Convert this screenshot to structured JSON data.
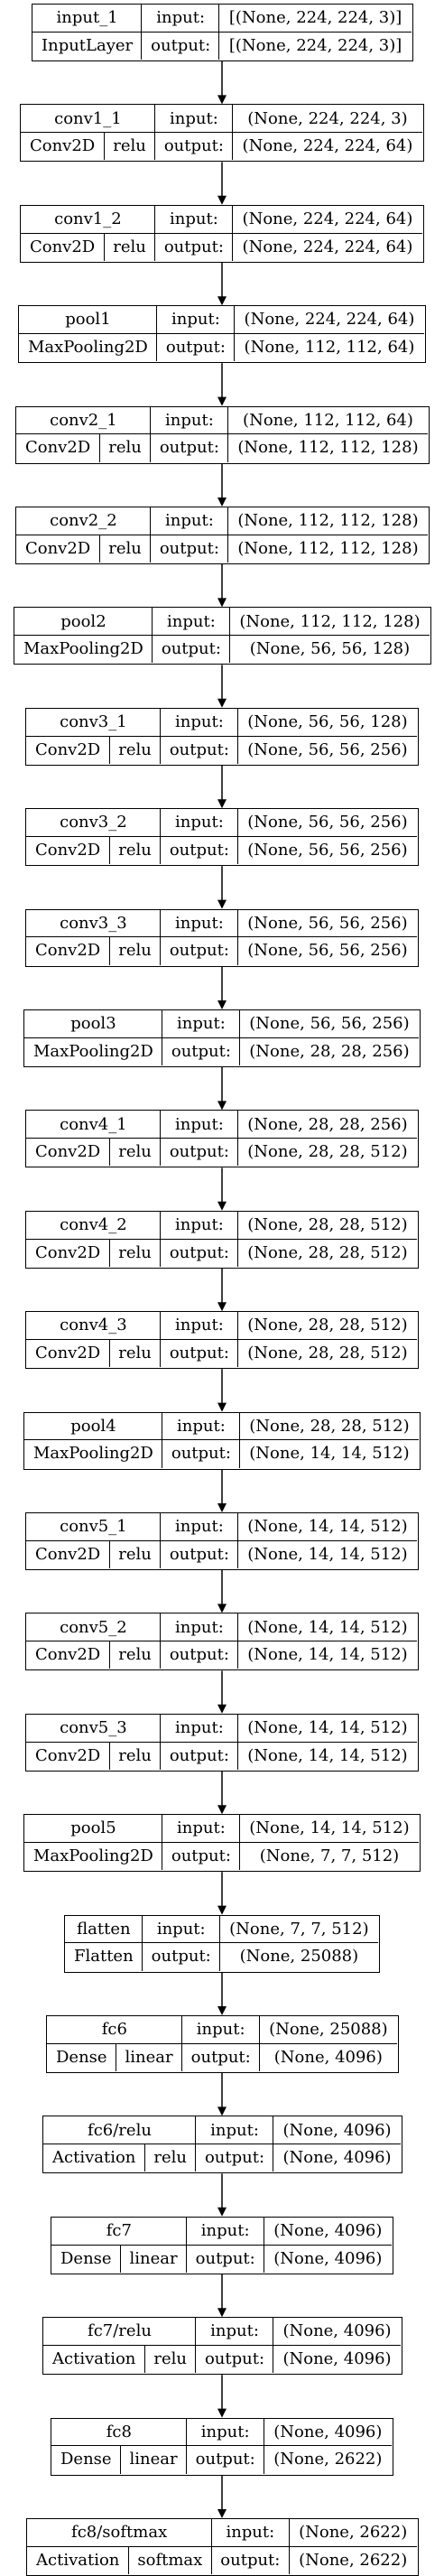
{
  "layers": [
    {
      "name": "input_1",
      "type": "InputLayer",
      "activation": "",
      "input": "[(None, 224, 224, 3)]",
      "output": "[(None, 224, 224, 3)]"
    },
    {
      "name": "conv1_1",
      "type": "Conv2D",
      "activation": "relu",
      "input": "(None, 224, 224, 3)",
      "output": "(None, 224, 224, 64)"
    },
    {
      "name": "conv1_2",
      "type": "Conv2D",
      "activation": "relu",
      "input": "(None, 224, 224, 64)",
      "output": "(None, 224, 224, 64)"
    },
    {
      "name": "pool1",
      "type": "MaxPooling2D",
      "activation": "",
      "input": "(None, 224, 224, 64)",
      "output": "(None, 112, 112, 64)"
    },
    {
      "name": "conv2_1",
      "type": "Conv2D",
      "activation": "relu",
      "input": "(None, 112, 112, 64)",
      "output": "(None, 112, 112, 128)"
    },
    {
      "name": "conv2_2",
      "type": "Conv2D",
      "activation": "relu",
      "input": "(None, 112, 112, 128)",
      "output": "(None, 112, 112, 128)"
    },
    {
      "name": "pool2",
      "type": "MaxPooling2D",
      "activation": "",
      "input": "(None, 112, 112, 128)",
      "output": "(None, 56, 56, 128)"
    },
    {
      "name": "conv3_1",
      "type": "Conv2D",
      "activation": "relu",
      "input": "(None, 56, 56, 128)",
      "output": "(None, 56, 56, 256)"
    },
    {
      "name": "conv3_2",
      "type": "Conv2D",
      "activation": "relu",
      "input": "(None, 56, 56, 256)",
      "output": "(None, 56, 56, 256)"
    },
    {
      "name": "conv3_3",
      "type": "Conv2D",
      "activation": "relu",
      "input": "(None, 56, 56, 256)",
      "output": "(None, 56, 56, 256)"
    },
    {
      "name": "pool3",
      "type": "MaxPooling2D",
      "activation": "",
      "input": "(None, 56, 56, 256)",
      "output": "(None, 28, 28, 256)"
    },
    {
      "name": "conv4_1",
      "type": "Conv2D",
      "activation": "relu",
      "input": "(None, 28, 28, 256)",
      "output": "(None, 28, 28, 512)"
    },
    {
      "name": "conv4_2",
      "type": "Conv2D",
      "activation": "relu",
      "input": "(None, 28, 28, 512)",
      "output": "(None, 28, 28, 512)"
    },
    {
      "name": "conv4_3",
      "type": "Conv2D",
      "activation": "relu",
      "input": "(None, 28, 28, 512)",
      "output": "(None, 28, 28, 512)"
    },
    {
      "name": "pool4",
      "type": "MaxPooling2D",
      "activation": "",
      "input": "(None, 28, 28, 512)",
      "output": "(None, 14, 14, 512)"
    },
    {
      "name": "conv5_1",
      "type": "Conv2D",
      "activation": "relu",
      "input": "(None, 14, 14, 512)",
      "output": "(None, 14, 14, 512)"
    },
    {
      "name": "conv5_2",
      "type": "Conv2D",
      "activation": "relu",
      "input": "(None, 14, 14, 512)",
      "output": "(None, 14, 14, 512)"
    },
    {
      "name": "conv5_3",
      "type": "Conv2D",
      "activation": "relu",
      "input": "(None, 14, 14, 512)",
      "output": "(None, 14, 14, 512)"
    },
    {
      "name": "pool5",
      "type": "MaxPooling2D",
      "activation": "",
      "input": "(None, 14, 14, 512)",
      "output": "(None, 7, 7, 512)"
    },
    {
      "name": "flatten",
      "type": "Flatten",
      "activation": "",
      "input": "(None, 7, 7, 512)",
      "output": "(None, 25088)"
    },
    {
      "name": "fc6",
      "type": "Dense",
      "activation": "linear",
      "input": "(None, 25088)",
      "output": "(None, 4096)"
    },
    {
      "name": "fc6/relu",
      "type": "Activation",
      "activation": "relu",
      "input": "(None, 4096)",
      "output": "(None, 4096)"
    },
    {
      "name": "fc7",
      "type": "Dense",
      "activation": "linear",
      "input": "(None, 4096)",
      "output": "(None, 4096)"
    },
    {
      "name": "fc7/relu",
      "type": "Activation",
      "activation": "relu",
      "input": "(None, 4096)",
      "output": "(None, 4096)"
    },
    {
      "name": "fc8",
      "type": "Dense",
      "activation": "linear",
      "input": "(None, 4096)",
      "output": "(None, 2622)"
    },
    {
      "name": "fc8/softmax",
      "type": "Activation",
      "activation": "softmax",
      "input": "(None, 2622)",
      "output": "(None, 2622)"
    }
  ],
  "port_labels": {
    "input": "input:",
    "output": "output:"
  }
}
